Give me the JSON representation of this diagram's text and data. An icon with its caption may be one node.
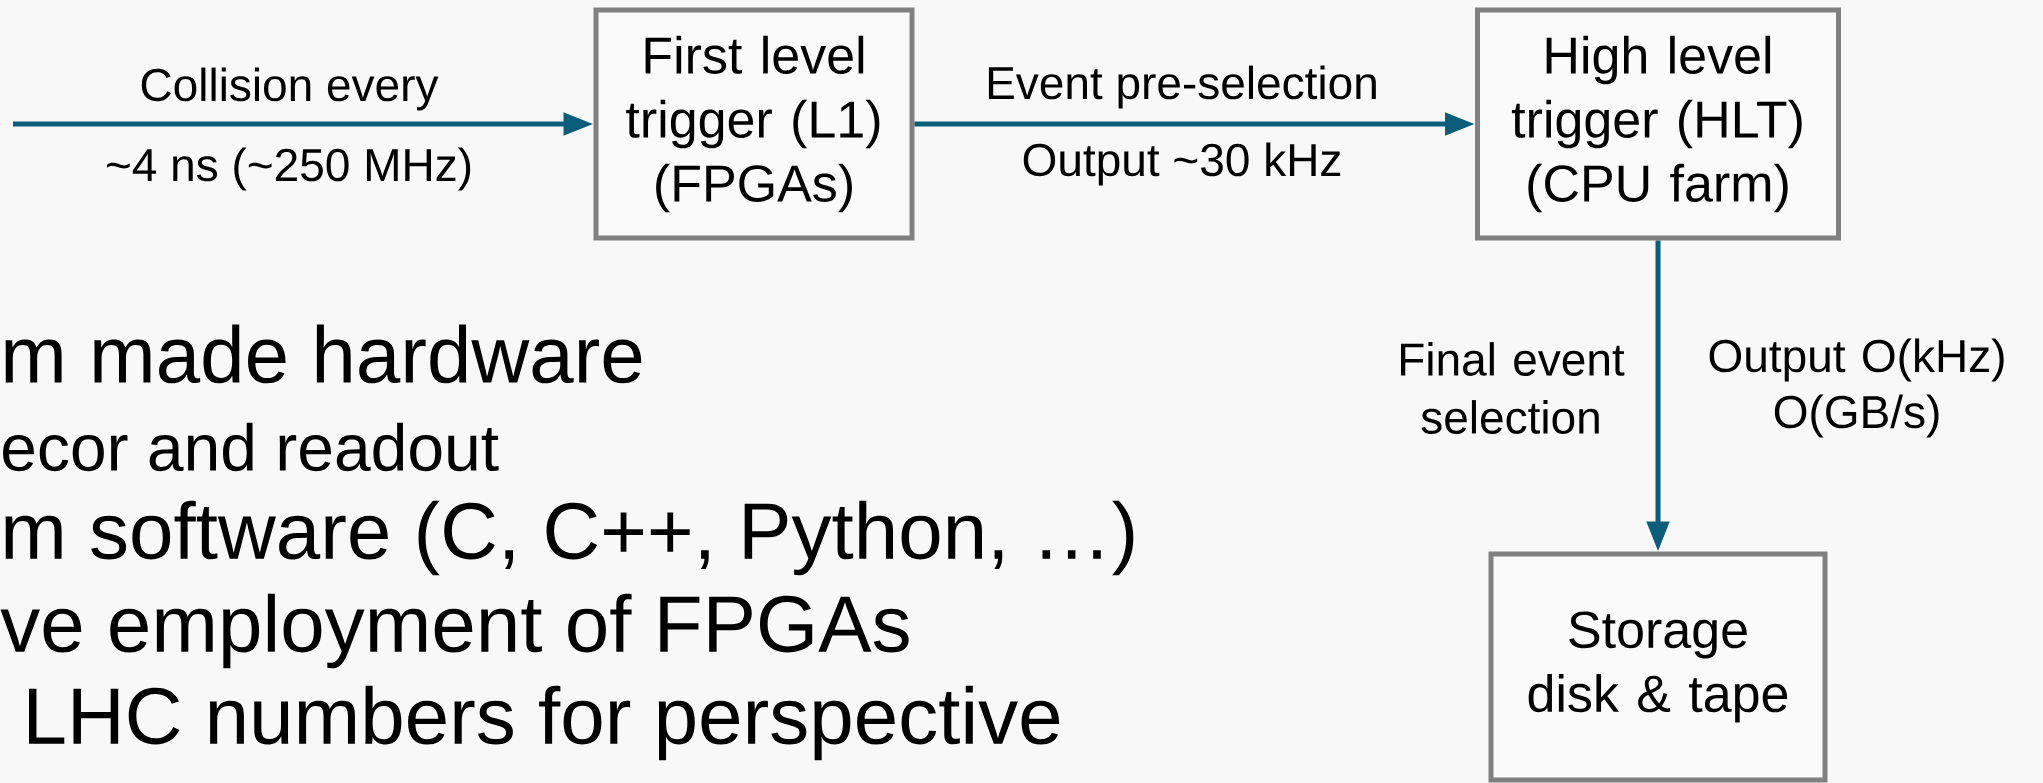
{
  "diagram": {
    "nodes": [
      {
        "text": [
          "First level trigger (L1) (FPGAs)"
        ]
      },
      {
        "text": [
          "High level trigger (HLT) (CPU farm)"
        ]
      },
      {
        "text": [
          "Storage disk & tape"
        ]
      }
    ],
    "edges": [
      {
        "from": null,
        "to": 0,
        "arrow": "to",
        "label": "Collision every"
      },
      {
        "from": 0,
        "to": 1,
        "arrow": "to",
        "label": "Event pre-selection"
      },
      {
        "from": 1,
        "to": 2,
        "arrow": "to",
        "label": "Final event selection"
      }
    ],
    "labels": [
      "~4 ns (~250 MHz)",
      "Output ~30 kHz",
      "Output O(kHz) O(GB/s)",
      "m made hardware",
      "ecor and readout",
      "m software (C, C++, Python, …)",
      "ve employment of FPGAs",
      " LHC numbers for perspective"
    ]
  }
}
